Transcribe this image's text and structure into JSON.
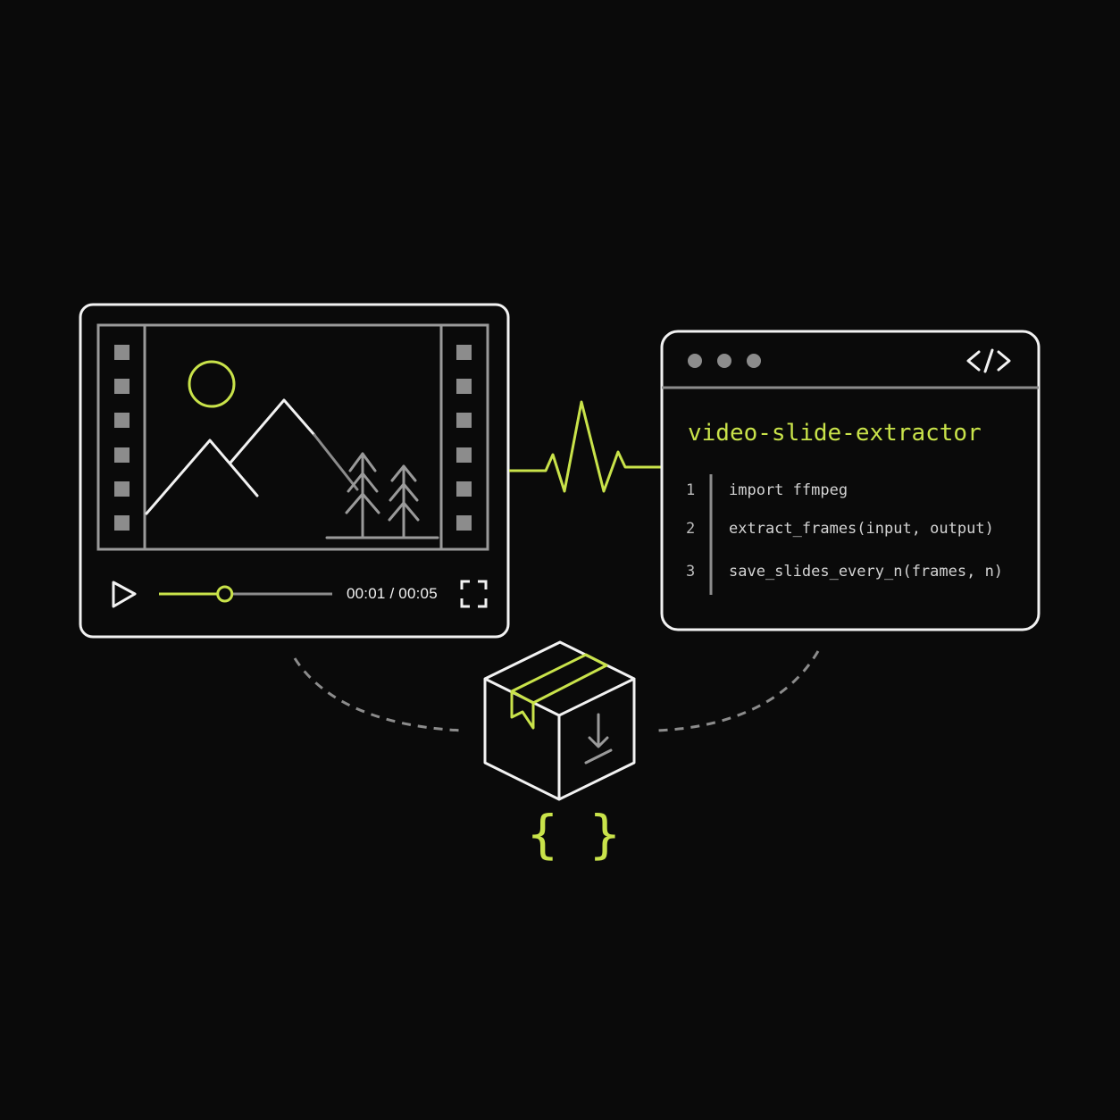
{
  "player": {
    "time_display": "00:01 / 00:05",
    "progress": 0.38
  },
  "editor": {
    "title": "video-slide-extractor",
    "lines": [
      {
        "num": "1",
        "code": "import ffmpeg"
      },
      {
        "num": "2",
        "code": "extract_frames(input, output)"
      },
      {
        "num": "3",
        "code": "save_slides_every_n(frames, n)"
      }
    ]
  },
  "package": {
    "braces": "{ }"
  },
  "icons": {
    "play": "play-icon",
    "fullscreen": "fullscreen-icon",
    "code": "code-icon",
    "download": "download-icon",
    "package": "package-box-icon",
    "sun": "sun-icon",
    "pulse": "pulse-wave-icon"
  },
  "colors": {
    "background": "#0a0a0a",
    "accent": "#c9e34a",
    "stroke": "#f2f2f2",
    "muted": "#8c8c8c"
  }
}
